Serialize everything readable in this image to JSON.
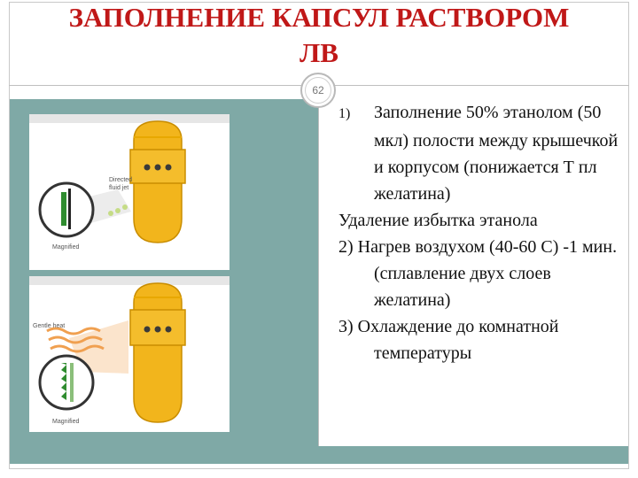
{
  "slide": {
    "title_line1": "ЗАПОЛНЕНИЕ КАПСУЛ РАСТВОРОМ",
    "title_line2": "ЛВ",
    "page_number": "62"
  },
  "figures": {
    "top": {
      "label_jet": "Directed",
      "label_jet2": "fluid jet",
      "label_mag": "Magnified"
    },
    "bottom": {
      "label_heat": "Gentle heat",
      "label_mag": "Magnified"
    }
  },
  "content": {
    "item1_num": "1)",
    "item1_text": "Заполнение 50% этанолом (50 мкл) полости между крышечкой и корпусом (понижается Т пл желатина)",
    "item2_text": "Удаление избытка этанола",
    "item3_text": "2) Нагрев воздухом (40-60 С) -1 мин. (сплавление двух слоев желатина)",
    "item4_text": "3) Охлаждение до комнатной температуры"
  },
  "colors": {
    "title": "#c01818",
    "panel": "#7fa9a6",
    "capsule": "#f2b51c"
  }
}
